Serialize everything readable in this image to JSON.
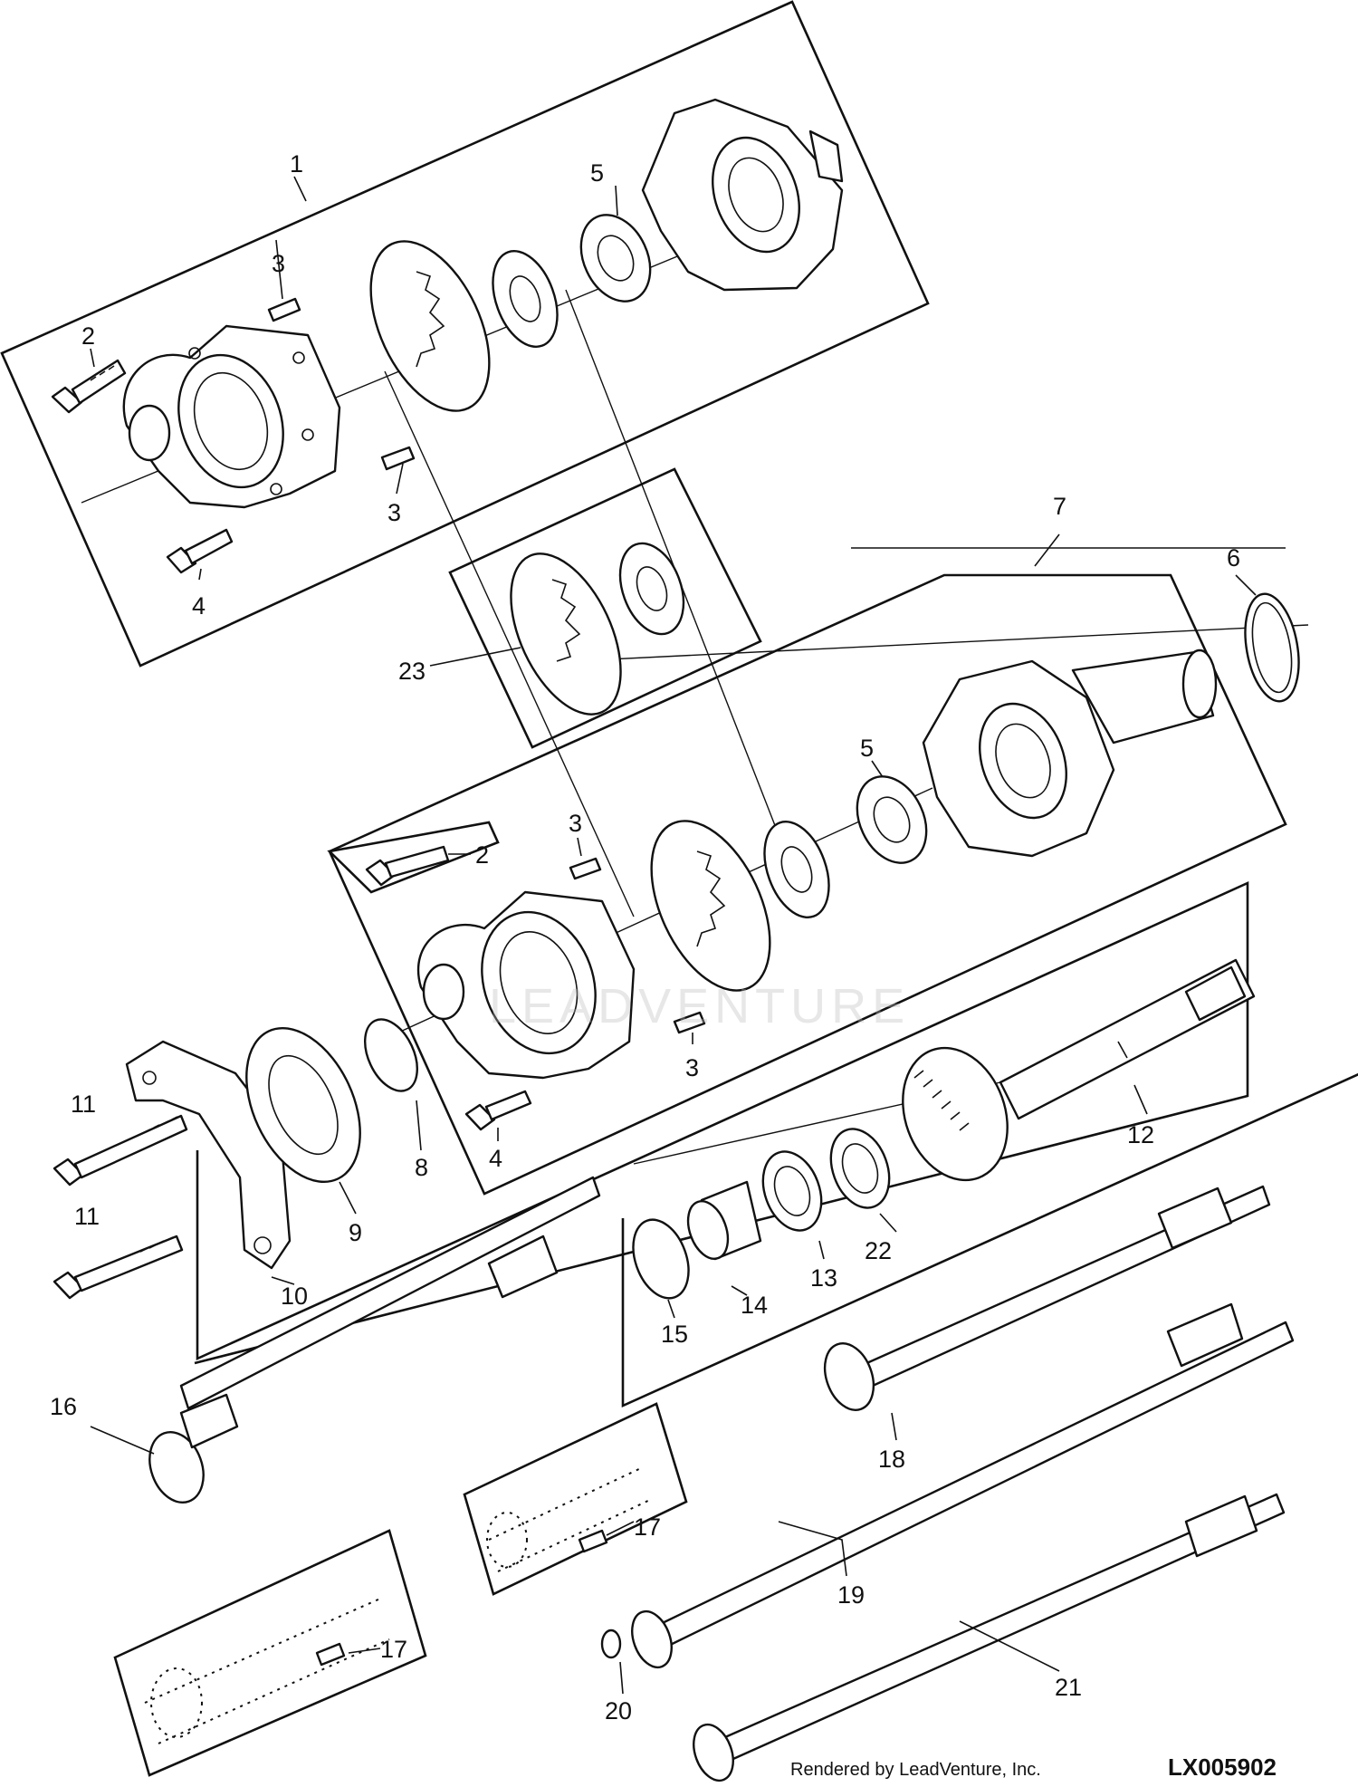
{
  "figure_id": "LX005902",
  "credit": "Rendered by LeadVenture, Inc.",
  "watermark": "LEADVENTURE",
  "callouts": {
    "c1": "1",
    "c2a": "2",
    "c3a": "3",
    "c3b": "3",
    "c4a": "4",
    "c5a": "5",
    "c23": "23",
    "c7": "7",
    "c6": "6",
    "c5b": "5",
    "c3c": "3",
    "c2b": "2",
    "c3d": "3",
    "c4b": "4",
    "c11a": "11",
    "c11b": "11",
    "c8": "8",
    "c9": "9",
    "c10": "10",
    "c12": "12",
    "c22": "22",
    "c13": "13",
    "c14": "14",
    "c15": "15",
    "c16": "16",
    "c18": "18",
    "c17a": "17",
    "c17b": "17",
    "c19": "19",
    "c20": "20",
    "c21": "21"
  }
}
